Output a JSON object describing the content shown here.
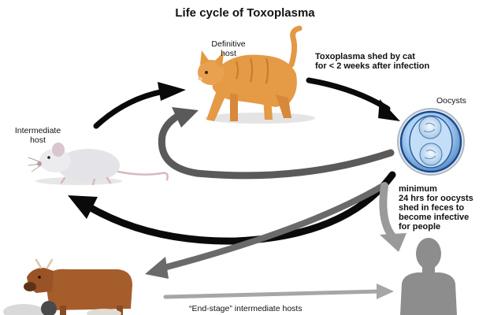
{
  "title": "Life cycle of Toxoplasma",
  "nodes": {
    "definitive_host": {
      "line1": "Definitive",
      "line2": "host"
    },
    "intermediate_host": {
      "line1": "Intermediate",
      "line2": "host"
    },
    "oocysts": {
      "label": "Oocysts"
    },
    "end_stage": {
      "label": "“End-stage” intermediate hosts"
    }
  },
  "notes": {
    "shed_by_cat": {
      "line1": "Toxoplasma shed by cat",
      "line2": "for < 2 weeks after infection"
    },
    "minimum": {
      "line1": "minimum",
      "line2": "24 hrs for oocysts",
      "line3": "shed in feces to",
      "line4": "become infective",
      "line5": "for people"
    }
  },
  "colors": {
    "arrow_black": "#0a0a0a",
    "arrow_dark_gray": "#5a5a5a",
    "arrow_light_gray": "#9a9a9a",
    "cat": "#e59a45",
    "mouse": "#e6e6ea",
    "cow": "#a55d2c",
    "person": "#8d8d8d",
    "oocyst_ring": "#1c4a8c",
    "oocyst_fill": "#9ec7ec"
  }
}
